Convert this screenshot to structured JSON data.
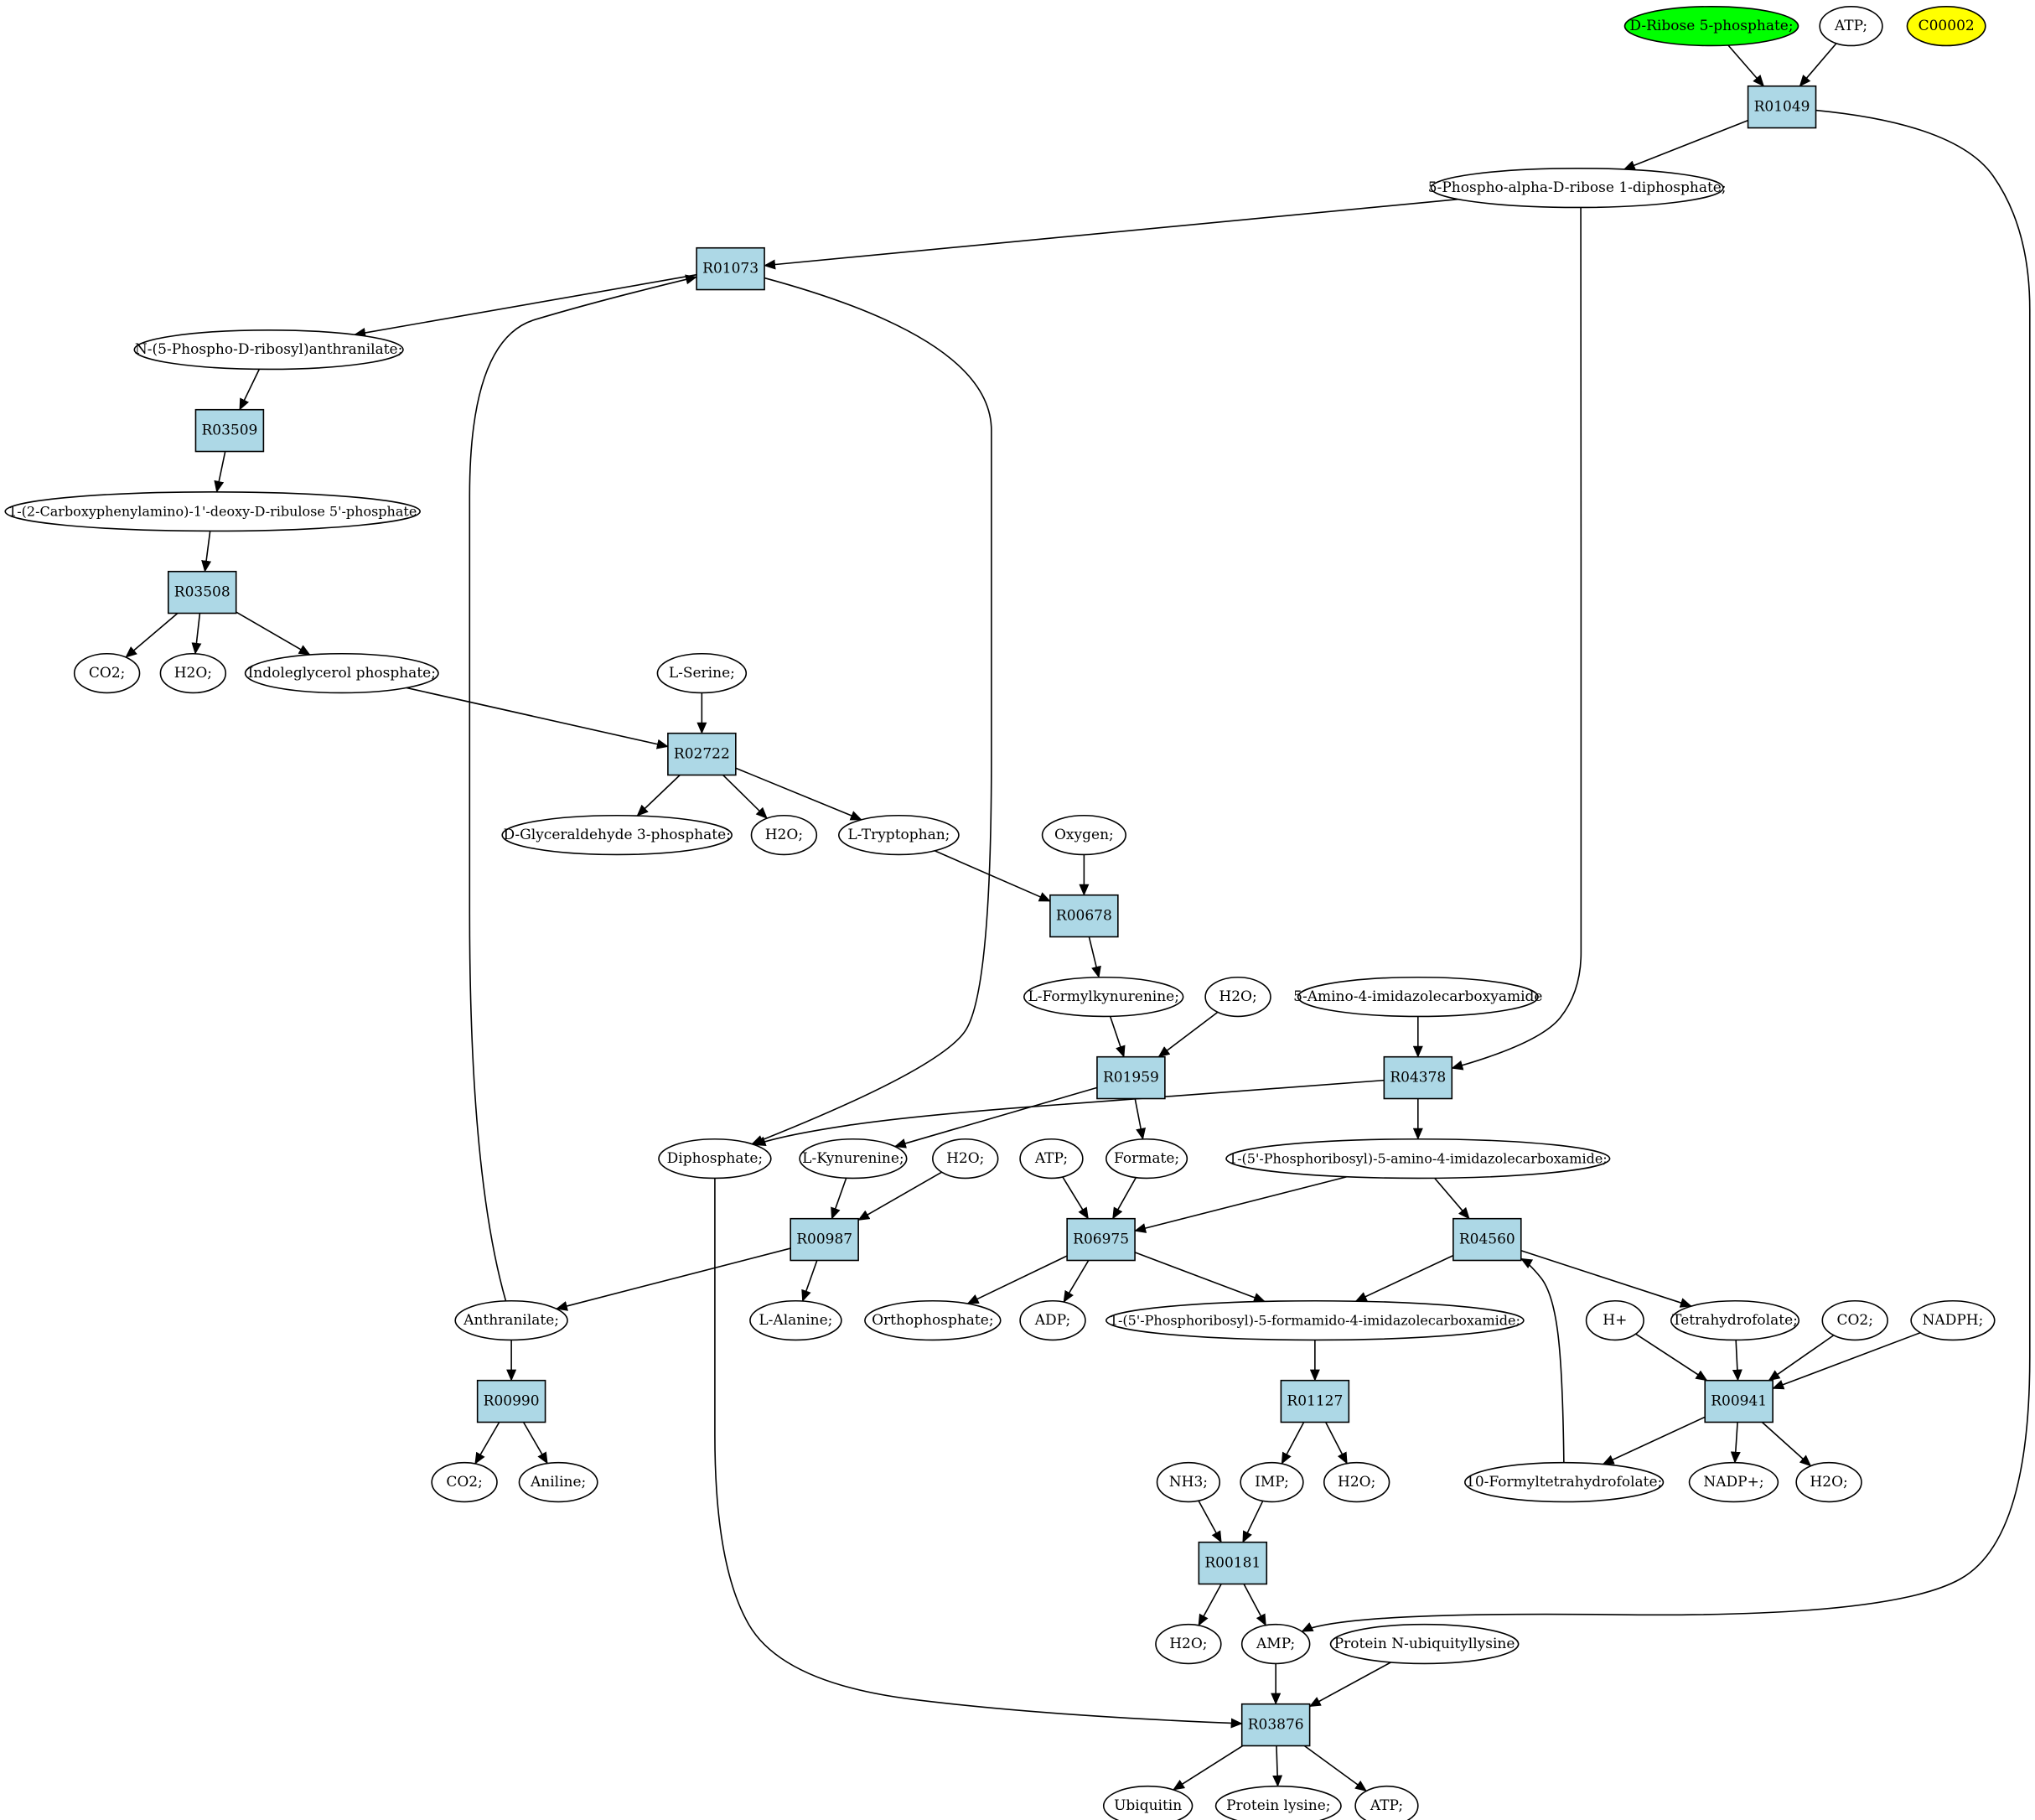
{
  "colors": {
    "reaction_fill": "#add8e6",
    "compound_fill": "#ffffff",
    "highlight_green": "#00ff00",
    "highlight_yellow": "#ffff00",
    "stroke": "#000000"
  },
  "nodes": {
    "c_r5p": {
      "label": "D-Ribose 5-phosphate;",
      "shape": "ellipse",
      "fill": "green"
    },
    "c_atp_top": {
      "label": "ATP;",
      "shape": "ellipse"
    },
    "c_c00002": {
      "label": "C00002",
      "shape": "ellipse",
      "fill": "yellow"
    },
    "r_R01049": {
      "label": "R01049",
      "shape": "box"
    },
    "c_prpp": {
      "label": "5-Phospho-alpha-D-ribose 1-diphosphate;",
      "shape": "ellipse"
    },
    "r_R01073": {
      "label": "R01073",
      "shape": "box"
    },
    "c_nprib": {
      "label": "N-(5-Phospho-D-ribosyl)anthranilate;",
      "shape": "ellipse"
    },
    "r_R03509": {
      "label": "R03509",
      "shape": "box"
    },
    "c_cdrp": {
      "label": "1-(2-Carboxyphenylamino)-1'-deoxy-D-ribulose 5'-phosphate",
      "shape": "ellipse"
    },
    "r_R03508": {
      "label": "R03508",
      "shape": "box"
    },
    "c_co2_a": {
      "label": "CO2;",
      "shape": "ellipse"
    },
    "c_h2o_a": {
      "label": "H2O;",
      "shape": "ellipse"
    },
    "c_igp": {
      "label": "Indoleglycerol phosphate;",
      "shape": "ellipse"
    },
    "c_serine": {
      "label": "L-Serine;",
      "shape": "ellipse"
    },
    "r_R02722": {
      "label": "R02722",
      "shape": "box"
    },
    "c_g3p": {
      "label": "D-Glyceraldehyde 3-phosphate;",
      "shape": "ellipse"
    },
    "c_h2o_b": {
      "label": "H2O;",
      "shape": "ellipse"
    },
    "c_trp": {
      "label": "L-Tryptophan;",
      "shape": "ellipse"
    },
    "c_oxygen": {
      "label": "Oxygen;",
      "shape": "ellipse"
    },
    "r_R00678": {
      "label": "R00678",
      "shape": "box"
    },
    "c_formkyn": {
      "label": "L-Formylkynurenine;",
      "shape": "ellipse"
    },
    "c_h2o_c": {
      "label": "H2O;",
      "shape": "ellipse"
    },
    "c_aica": {
      "label": "5-Amino-4-imidazolecarboxyamide",
      "shape": "ellipse"
    },
    "r_R01959": {
      "label": "R01959",
      "shape": "box"
    },
    "r_R04378": {
      "label": "R04378",
      "shape": "box"
    },
    "c_ppi": {
      "label": "Diphosphate;",
      "shape": "ellipse"
    },
    "c_kyn": {
      "label": "L-Kynurenine;",
      "shape": "ellipse"
    },
    "c_h2o_d": {
      "label": "H2O;",
      "shape": "ellipse"
    },
    "c_atp_mid": {
      "label": "ATP;",
      "shape": "ellipse"
    },
    "c_formate": {
      "label": "Formate;",
      "shape": "ellipse"
    },
    "c_aicar": {
      "label": "1-(5'-Phosphoribosyl)-5-amino-4-imidazolecarboxamide;",
      "shape": "ellipse"
    },
    "r_R00987": {
      "label": "R00987",
      "shape": "box"
    },
    "r_R06975": {
      "label": "R06975",
      "shape": "box"
    },
    "r_R04560": {
      "label": "R04560",
      "shape": "box"
    },
    "c_anth": {
      "label": "Anthranilate;",
      "shape": "ellipse"
    },
    "c_ala": {
      "label": "L-Alanine;",
      "shape": "ellipse"
    },
    "c_pi": {
      "label": "Orthophosphate;",
      "shape": "ellipse"
    },
    "c_adp": {
      "label": "ADP;",
      "shape": "ellipse"
    },
    "c_faicar": {
      "label": "1-(5'-Phosphoribosyl)-5-formamido-4-imidazolecarboxamide;",
      "shape": "ellipse"
    },
    "c_hplus": {
      "label": "H+",
      "shape": "ellipse"
    },
    "c_thf": {
      "label": "Tetrahydrofolate;",
      "shape": "ellipse"
    },
    "c_co2_c": {
      "label": "CO2;",
      "shape": "ellipse"
    },
    "c_nadph": {
      "label": "NADPH;",
      "shape": "ellipse"
    },
    "r_R00990": {
      "label": "R00990",
      "shape": "box"
    },
    "r_R01127": {
      "label": "R01127",
      "shape": "box"
    },
    "r_R00941": {
      "label": "R00941",
      "shape": "box"
    },
    "c_co2_b": {
      "label": "CO2;",
      "shape": "ellipse"
    },
    "c_aniline": {
      "label": "Aniline;",
      "shape": "ellipse"
    },
    "c_nh3": {
      "label": "NH3;",
      "shape": "ellipse"
    },
    "c_imp": {
      "label": "IMP;",
      "shape": "ellipse"
    },
    "c_h2o_e": {
      "label": "H2O;",
      "shape": "ellipse"
    },
    "c_10fthf": {
      "label": "10-Formyltetrahydrofolate;",
      "shape": "ellipse"
    },
    "c_nadp": {
      "label": "NADP+;",
      "shape": "ellipse"
    },
    "c_h2o_f": {
      "label": "H2O;",
      "shape": "ellipse"
    },
    "r_R00181": {
      "label": "R00181",
      "shape": "box"
    },
    "c_h2o_g": {
      "label": "H2O;",
      "shape": "ellipse"
    },
    "c_amp": {
      "label": "AMP;",
      "shape": "ellipse"
    },
    "c_protubq": {
      "label": "Protein N-ubiquityllysine",
      "shape": "ellipse"
    },
    "r_R03876": {
      "label": "R03876",
      "shape": "box"
    },
    "c_ubq": {
      "label": "Ubiquitin",
      "shape": "ellipse"
    },
    "c_protlys": {
      "label": "Protein lysine;",
      "shape": "ellipse"
    },
    "c_atp_bot": {
      "label": "ATP;",
      "shape": "ellipse"
    }
  },
  "edges": [
    [
      "c_r5p",
      "r_R01049"
    ],
    [
      "c_atp_top",
      "r_R01049"
    ],
    [
      "r_R01049",
      "c_prpp"
    ],
    [
      "r_R01049",
      "c_amp"
    ],
    [
      "c_prpp",
      "r_R01073"
    ],
    [
      "c_prpp",
      "r_R04378"
    ],
    [
      "r_R01073",
      "c_nprib"
    ],
    [
      "r_R01073",
      "c_ppi"
    ],
    [
      "c_anth",
      "r_R01073"
    ],
    [
      "c_nprib",
      "r_R03509"
    ],
    [
      "r_R03509",
      "c_cdrp"
    ],
    [
      "c_cdrp",
      "r_R03508"
    ],
    [
      "r_R03508",
      "c_co2_a"
    ],
    [
      "r_R03508",
      "c_h2o_a"
    ],
    [
      "r_R03508",
      "c_igp"
    ],
    [
      "c_igp",
      "r_R02722"
    ],
    [
      "c_serine",
      "r_R02722"
    ],
    [
      "r_R02722",
      "c_g3p"
    ],
    [
      "r_R02722",
      "c_h2o_b"
    ],
    [
      "r_R02722",
      "c_trp"
    ],
    [
      "c_trp",
      "r_R00678"
    ],
    [
      "c_oxygen",
      "r_R00678"
    ],
    [
      "r_R00678",
      "c_formkyn"
    ],
    [
      "c_formkyn",
      "r_R01959"
    ],
    [
      "c_h2o_c",
      "r_R01959"
    ],
    [
      "r_R01959",
      "c_kyn"
    ],
    [
      "r_R01959",
      "c_formate"
    ],
    [
      "c_aica",
      "r_R04378"
    ],
    [
      "r_R04378",
      "c_ppi"
    ],
    [
      "r_R04378",
      "c_aicar"
    ],
    [
      "c_kyn",
      "r_R00987"
    ],
    [
      "c_h2o_d",
      "r_R00987"
    ],
    [
      "r_R00987",
      "c_anth"
    ],
    [
      "r_R00987",
      "c_ala"
    ],
    [
      "c_atp_mid",
      "r_R06975"
    ],
    [
      "c_formate",
      "r_R06975"
    ],
    [
      "c_aicar",
      "r_R06975"
    ],
    [
      "r_R06975",
      "c_pi"
    ],
    [
      "r_R06975",
      "c_adp"
    ],
    [
      "r_R06975",
      "c_faicar"
    ],
    [
      "c_aicar",
      "r_R04560"
    ],
    [
      "c_10fthf",
      "r_R04560"
    ],
    [
      "r_R04560",
      "c_faicar"
    ],
    [
      "r_R04560",
      "c_thf"
    ],
    [
      "c_anth",
      "r_R00990"
    ],
    [
      "r_R00990",
      "c_co2_b"
    ],
    [
      "r_R00990",
      "c_aniline"
    ],
    [
      "c_faicar",
      "r_R01127"
    ],
    [
      "r_R01127",
      "c_imp"
    ],
    [
      "r_R01127",
      "c_h2o_e"
    ],
    [
      "c_hplus",
      "r_R00941"
    ],
    [
      "c_thf",
      "r_R00941"
    ],
    [
      "c_co2_c",
      "r_R00941"
    ],
    [
      "c_nadph",
      "r_R00941"
    ],
    [
      "r_R00941",
      "c_10fthf"
    ],
    [
      "r_R00941",
      "c_nadp"
    ],
    [
      "r_R00941",
      "c_h2o_f"
    ],
    [
      "c_nh3",
      "r_R00181"
    ],
    [
      "c_imp",
      "r_R00181"
    ],
    [
      "r_R00181",
      "c_h2o_g"
    ],
    [
      "r_R00181",
      "c_amp"
    ],
    [
      "c_amp",
      "r_R03876"
    ],
    [
      "c_protubq",
      "r_R03876"
    ],
    [
      "c_ppi",
      "r_R03876"
    ],
    [
      "r_R03876",
      "c_ubq"
    ],
    [
      "r_R03876",
      "c_protlys"
    ],
    [
      "r_R03876",
      "c_atp_bot"
    ]
  ]
}
